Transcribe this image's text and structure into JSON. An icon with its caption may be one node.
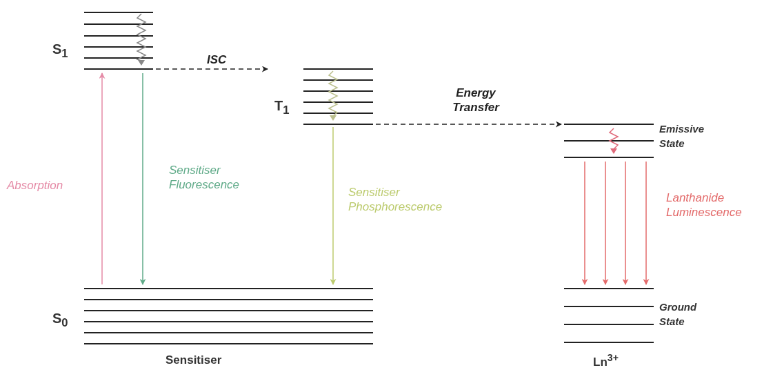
{
  "diagram": {
    "nodes": [
      {
        "text": [
          "S$_{1}$"
        ]
      },
      {
        "text": [
          "T$_{1}$"
        ]
      },
      {
        "text": [
          "S$_{0}$"
        ]
      },
      {
        "text": [
          "Emissive State"
        ]
      },
      {
        "text": [
          "Ground State"
        ]
      }
    ],
    "edges": [
      {
        "from": 2,
        "to": 0,
        "arrow": "to",
        "label": "Absorption",
        "color": "#e58aa6"
      },
      {
        "from": 0,
        "to": 2,
        "arrow": "to",
        "label": "Sensitiser Fluorescence",
        "color": "#5faa88"
      },
      {
        "from": 0,
        "to": 1,
        "arrow": "to",
        "label": "ISC",
        "style": "dashed",
        "color": "#222222"
      },
      {
        "from": 1,
        "to": 2,
        "arrow": "to",
        "label": "Sensitiser Phosphorescence",
        "color": "#bccb6e"
      },
      {
        "from": 1,
        "to": 3,
        "arrow": "to",
        "label": "Energy Transfer",
        "style": "dashed",
        "color": "#222222"
      },
      {
        "from": 3,
        "to": 4,
        "arrow": "to",
        "color": "#e36a6a"
      },
      {
        "from": 3,
        "to": 4,
        "arrow": "to",
        "color": "#e36a6a"
      },
      {
        "from": 3,
        "to": 4,
        "arrow": "to",
        "color": "#e36a6a"
      },
      {
        "from": 3,
        "to": 4,
        "arrow": "to",
        "label": "Lanthanide Luminescence",
        "color": "#e36a6a"
      }
    ],
    "labels": [
      "Sensitiser",
      "Ln$^{3+}$"
    ]
  }
}
